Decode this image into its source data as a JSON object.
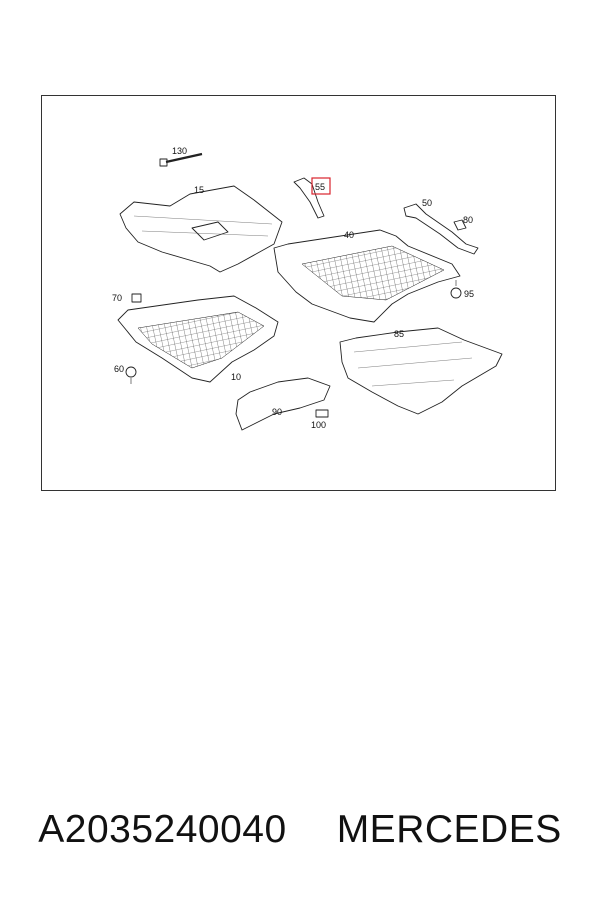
{
  "diagram": {
    "callouts": {
      "p130": "130",
      "p15": "15",
      "p55": "55",
      "p50": "50",
      "p80": "80",
      "p40": "40",
      "p95": "95",
      "p70": "70",
      "p85": "85",
      "p60": "60",
      "p10": "10",
      "p90": "90",
      "p100": "100"
    },
    "highlight_color": "#d9232d"
  },
  "caption": {
    "part_number": "A2035240040",
    "brand": "MERCEDES"
  }
}
